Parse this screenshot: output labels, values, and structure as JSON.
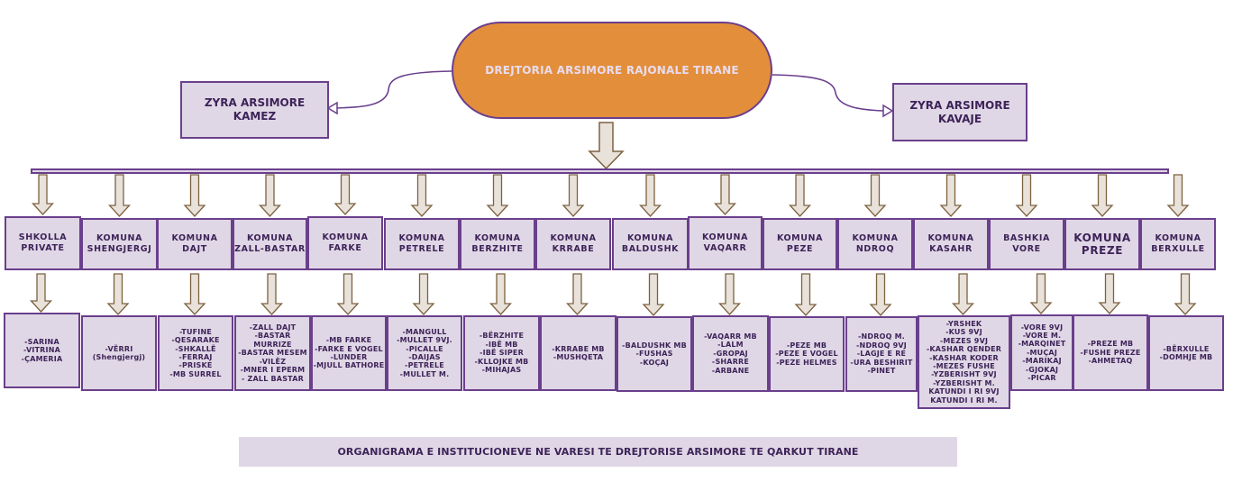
{
  "root": {
    "label": "DREJTORIA ARSIMORE RAJONALE TIRANE"
  },
  "offices": [
    {
      "label": "ZYRA ARSIMORE KAMEZ"
    },
    {
      "label": "ZYRA ARSIMORE KAVAJE"
    }
  ],
  "units": [
    {
      "title": "SHKOLLA PRIVATE",
      "schools": [
        "-SARINA",
        "-VITRINA",
        "-ÇAMERIA"
      ]
    },
    {
      "title": "KOMUNA SHENGJERGJ",
      "schools": [
        "-VËRRI",
        "(Shengjergj)"
      ]
    },
    {
      "title": "KOMUNA DAJT",
      "schools": [
        "-TUFINE",
        "-QESARAKE",
        "-SHKALLË",
        "-FERRAJ",
        "-PRISKE",
        "-MB SURREL"
      ]
    },
    {
      "title": "KOMUNA ZALL-BASTAR",
      "schools": [
        "-ZALL DAJT",
        "-BASTAR",
        "MURRIZE",
        "-BASTAR MESEM",
        "-VILËZ",
        "-MNER I EPERM",
        "- ZALL BASTAR"
      ]
    },
    {
      "title": "KOMUNA FARKE",
      "schools": [
        "-MB FARKE",
        "-FARKE E VOGEL",
        "-LUNDER",
        "-MJULL BATHORE"
      ]
    },
    {
      "title": "KOMUNA PETRELE",
      "schools": [
        "-MANGULL",
        "-MULLET 9VJ.",
        "-PICALLE",
        "-DAIJAS",
        "-PETRELE",
        "-MULLET  M."
      ]
    },
    {
      "title": "KOMUNA BERZHITE",
      "schools": [
        "-BËRZHITE",
        "-IBË MB",
        "-IBË SIPER",
        "-KLLOJKE  MB",
        "-MIHAJAS"
      ]
    },
    {
      "title": "KOMUNA KRRABE",
      "schools": [
        "-KRRABE MB",
        "-MUSHQETA"
      ]
    },
    {
      "title": "KOMUNA BALDUSHK",
      "schools": [
        "-BALDUSHK MB",
        "-FUSHAS",
        "-KOÇAJ"
      ]
    },
    {
      "title": "KOMUNA VAQARR",
      "schools": [
        "-VAQARR MB",
        "-LALM",
        "-GROPAJ",
        "-SHARRE",
        "-ARBANE"
      ]
    },
    {
      "title": "KOMUNA PEZE",
      "schools": [
        "-PEZE MB",
        "-PEZE E VOGEL",
        "-PEZE HELMES"
      ]
    },
    {
      "title": "KOMUNA NDROQ",
      "schools": [
        "-NDROQ M.",
        "-NDROQ 9VJ",
        "-LAGJE E RE",
        "-URA BESHIRIT",
        "-PINET"
      ]
    },
    {
      "title": "KOMUNA KASAHR",
      "schools": [
        "-YRSHEK",
        "-KUS 9VJ",
        "-MEZES 9VJ",
        "-KASHAR QENDER",
        "-KASHAR KODER",
        "-MEZES FUSHE",
        "-YZBERISHT 9VJ",
        "-YZBERISHT M.",
        "KATUNDI I RI 9VJ",
        "KATUNDI I RI M."
      ]
    },
    {
      "title": "BASHKIA VORE",
      "schools": [
        "-VORE 9VJ",
        "-VORE M.",
        "-MARQINET",
        "-MUÇAJ",
        "-MARIKAJ",
        "-GJOKAJ",
        "-PICAR"
      ]
    },
    {
      "title": "KOMUNA PREZE",
      "schools": [
        "-PREZE MB",
        "-FUSHE PREZE",
        "-AHMETAQ"
      ]
    },
    {
      "title": "KOMUNA BERXULLE",
      "schools": [
        "-BËRXULLE",
        "-DOMHJE MB"
      ]
    }
  ],
  "caption": "ORGANIGRAMA E INSTITUCIONEVE NE VARESI TE DREJTORISE ARSIMORE TE QARKUT TIRANE",
  "colors": {
    "root_fill": "#e38e3b",
    "box_fill": "#e0d7e6",
    "box_border": "#6a3f8c",
    "arrow_fill": "#e8e2da",
    "arrow_border": "#7d6240",
    "text": "#3d2358"
  }
}
